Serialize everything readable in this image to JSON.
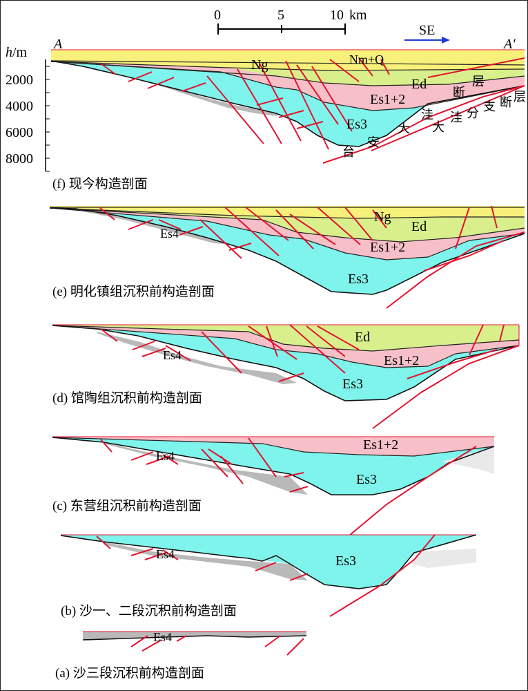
{
  "scale_bar": {
    "ticks": [
      "0",
      "5",
      "10"
    ],
    "unit": "km"
  },
  "direction": {
    "label": "SE",
    "arrow_color": "#1f3bd1"
  },
  "section_ends": {
    "left": "A",
    "right": "A′"
  },
  "axis": {
    "label_italic": "h",
    "label_rest": "/m",
    "ticks": [
      "2000",
      "4000",
      "6000",
      "8000"
    ]
  },
  "colors": {
    "Ng_NmQ": "#f7f07a",
    "Ed": "#d9ef8b",
    "Es12": "#f7c0c8",
    "Es3": "#7ff4ec",
    "Es4": "#b9b9b9",
    "faults": "#e3122f"
  },
  "captions": {
    "f": "(f) 现今构造剖面",
    "e": "(e) 明化镇组沉积前构造剖面",
    "d": "(d) 馆陶组沉积前构造剖面",
    "c": "(c) 东营组沉积前构造剖面",
    "b": "(b) 沙一、二段沉积前构造剖面",
    "a": "(a) 沙三段沉积前构造剖面"
  },
  "labels": {
    "Ng": "Ng",
    "NmQ": "Nm+Q",
    "Ed": "Ed",
    "Es12": "Es1+2",
    "Es3": "Es3",
    "Es4": "Es4"
  },
  "fault_names": {
    "taian_dawa": [
      "台",
      "安",
      "大",
      "洼",
      "大"
    ],
    "dawa_branch": [
      "洼",
      "分",
      "支",
      "断",
      "层"
    ],
    "top_fault": [
      "断",
      "层"
    ]
  }
}
